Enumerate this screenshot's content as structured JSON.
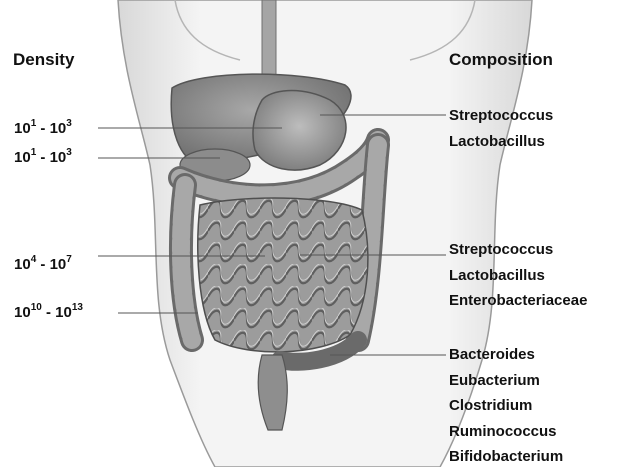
{
  "headings": {
    "density": "Density",
    "composition": "Composition"
  },
  "density": [
    {
      "base": "10",
      "exp_low": "1",
      "sep": " - ",
      "base2": "10",
      "exp_high": "3"
    },
    {
      "base": "10",
      "exp_low": "1",
      "sep": " - ",
      "base2": "10",
      "exp_high": "3"
    },
    {
      "base": "10",
      "exp_low": "4",
      "sep": " - ",
      "base2": "10",
      "exp_high": "7"
    },
    {
      "base": "10",
      "exp_low": "10",
      "sep": " - ",
      "base2": "10",
      "exp_high": "13"
    }
  ],
  "composition": [
    {
      "items": [
        "Streptococcus",
        "Lactobacillus"
      ]
    },
    {
      "items": [
        "Streptococcus",
        "Lactobacillus",
        "Enterobacteriaceae"
      ]
    },
    {
      "items": [
        "Bacteroides",
        "Eubacterium",
        "Clostridium",
        "Ruminococcus",
        "Bifidobacterium"
      ]
    }
  ],
  "colors": {
    "line": "#555555",
    "organ": "#9a9a9a",
    "organ_dark": "#6e6e6e",
    "skin": "#f2f2f2"
  }
}
